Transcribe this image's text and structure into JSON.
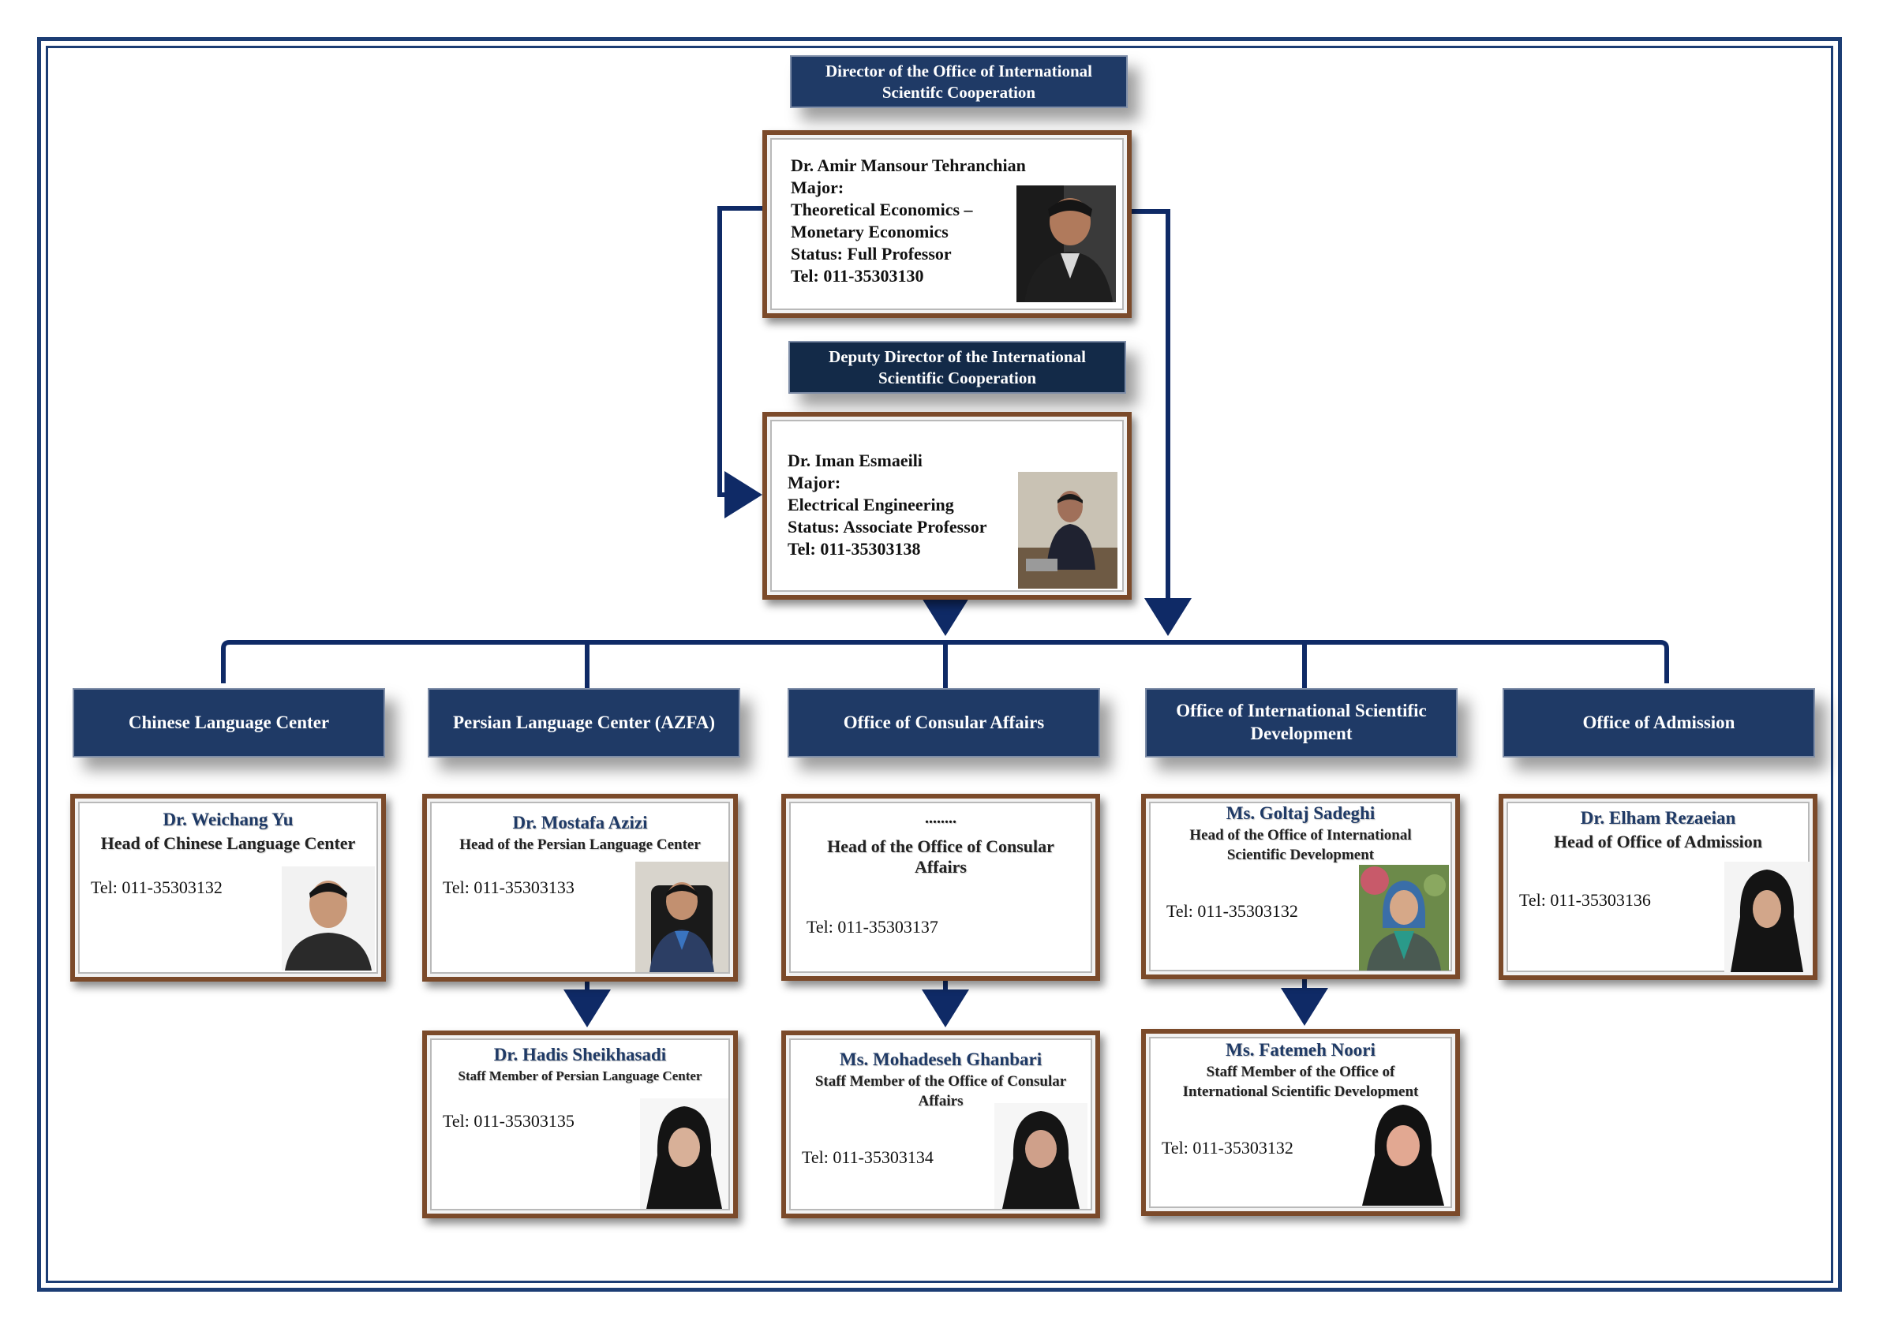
{
  "director": {
    "title": "Director of the Office of International\nScientifc Cooperation",
    "details": "Dr. Amir Mansour Tehranchian\nMajor:\nTheoretical Economics –\nMonetary Economics\nStatus: Full Professor\nTel: 011-35303130"
  },
  "deputy": {
    "title": "Deputy Director of the International\nScientific Cooperation",
    "details": "Dr. Iman Esmaeili\nMajor:\nElectrical Engineering\nStatus: Associate Professor\nTel: 011-35303138"
  },
  "departments": [
    {
      "title": "Chinese Language Center",
      "head": {
        "name": "Dr. Weichang Yu",
        "role": "Head of Chinese Language Center",
        "tel": "Tel: 011-35303132"
      }
    },
    {
      "title": "Persian Language Center (AZFA)",
      "head": {
        "name": "Dr. Mostafa Azizi",
        "role": "Head of the Persian Language Center",
        "tel": "Tel: 011-35303133"
      },
      "staff": {
        "name": "Dr. Hadis Sheikhasadi",
        "role": "Staff Member of Persian Language Center",
        "tel": "Tel: 011-35303135"
      }
    },
    {
      "title": "Office of Consular Affairs",
      "head": {
        "name": "........",
        "role": "Head of the Office of Consular\nAffairs",
        "tel": "Tel: 011-35303137"
      },
      "staff": {
        "name": "Ms. Mohadeseh Ghanbari",
        "role": "Staff Member of the Office of Consular\nAffairs",
        "tel": "Tel: 011-35303134"
      }
    },
    {
      "title": "Office of International Scientific\nDevelopment",
      "head": {
        "name": "Ms. Goltaj Sadeghi",
        "role": "Head of the Office of International\nScientific Development",
        "tel": "Tel: 011-35303132"
      },
      "staff": {
        "name": "Ms. Fatemeh Noori",
        "role": "Staff Member of the Office of\nInternational Scientific Development",
        "tel": "Tel: 011-35303132"
      }
    },
    {
      "title": "Office of Admission",
      "head": {
        "name": "Dr. Elham Rezaeian",
        "role": "Head of Office of Admission",
        "tel": "Tel: 011-35303136"
      }
    }
  ],
  "colors": {
    "navy": "#1f3a66",
    "connector": "#0f2a66",
    "card_border": "#7b4a2a"
  }
}
